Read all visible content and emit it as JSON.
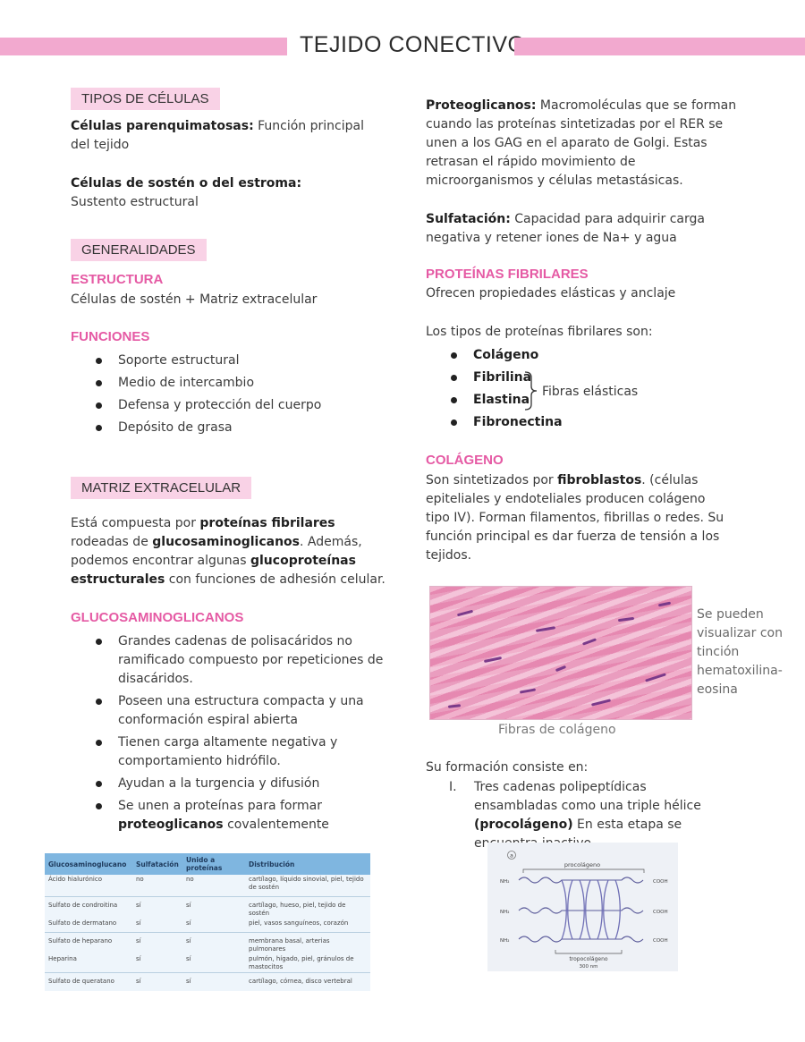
{
  "title": "TEJIDO CONECTIVO",
  "left": {
    "tipos": {
      "header": "TIPOS DE CÉLULAS",
      "items": [
        {
          "term": "Células parenquimatosas:",
          "desc": " Función principal del tejido"
        },
        {
          "term": "Células de sostén o del estroma:",
          "desc": " Sustento estructural"
        }
      ]
    },
    "generalidades": {
      "header": "GENERALIDADES",
      "estructura_title": "ESTRUCTURA",
      "estructura_text": "Células de sostén + Matriz extracelular",
      "funciones_title": "FUNCIONES",
      "funciones": [
        "Soporte estructural",
        "Medio de intercambio",
        "Defensa y protección del cuerpo",
        "Depósito de grasa"
      ]
    },
    "matriz": {
      "header": "MATRIZ EXTRACELULAR",
      "t1": "Está compuesta por ",
      "b1": "proteínas fibrilares",
      "t2": " rodeadas de ",
      "b2": "glucosaminoglicanos",
      "t3": ". Además, podemos encontrar algunas ",
      "b3": "glucoproteínas estructurales",
      "t4": " con funciones de adhesión celular."
    },
    "gag": {
      "title": "GLUCOSAMINOGLICANOS",
      "items": [
        "Grandes cadenas de polisacáridos no ramificado compuesto por repeticiones de disacáridos.",
        "Poseen una estructura compacta y una conformación espiral abierta",
        "Tienen carga altamente negativa y comportamiento hidrófilo.",
        "Ayudan a la turgencia y difusión"
      ],
      "last_pre": "Se unen a proteínas para formar ",
      "last_bold": "proteoglicanos",
      "last_post": " covalentemente"
    },
    "table": {
      "headers": [
        "Glucosaminoglucano",
        "Sulfatación",
        "Unido a proteínas",
        "Distribución"
      ],
      "rows": [
        [
          "Ácido hialurónico",
          "no",
          "no",
          "cartílago, líquido sinovial, piel, tejido de sostén"
        ],
        [
          "Sulfato de condroitina",
          "sí",
          "sí",
          "cartílago, hueso, piel, tejido de sostén"
        ],
        [
          "Sulfato de dermatano",
          "sí",
          "sí",
          "piel, vasos sanguíneos, corazón"
        ],
        [
          "Sulfato de heparano",
          "sí",
          "sí",
          "membrana basal, arterias pulmonares"
        ],
        [
          "Heparina",
          "sí",
          "sí",
          "pulmón, hígado, piel, gránulos de mastocitos"
        ],
        [
          "Sulfato de queratano",
          "sí",
          "sí",
          "cartílago, córnea, disco vertebral"
        ]
      ]
    }
  },
  "right": {
    "proteoglicanos_term": "Proteoglicanos:",
    "proteoglicanos_desc": " Macromoléculas que se forman cuando las proteínas sintetizadas por el RER se unen a los GAG en el aparato de Golgi. Estas retrasan el rápido movimiento de microorganismos y células metastásicas.",
    "sulfatacion_term": "Sulfatación:",
    "sulfatacion_desc": " Capacidad para adquirir carga negativa y retener iones de Na+ y agua",
    "fibrilares_title": "PROTEÍNAS FIBRILARES",
    "fibrilares_text": "Ofrecen propiedades elásticas y anclaje",
    "tipos_intro": "Los tipos de proteínas fibrilares son:",
    "fibrilares": [
      "Colágeno",
      "Fibrilina",
      "Elastina",
      "Fibronectina"
    ],
    "fibras_elasticas": "Fibras elásticas",
    "colageno_title": "COLÁGENO",
    "col_t1": "Son sintetizados por ",
    "col_b1": "fibroblastos",
    "col_t2": ". (células epiteliales y endoteliales producen colágeno tipo IV). Forman filamentos, fibrillas o redes. Su función principal es dar fuerza de tensión a los tejidos.",
    "side_note": "Se pueden visualizar con tinción hematoxilina-eosina",
    "caption": "Fibras de colágeno",
    "formacion_intro": "Su formación consiste en:",
    "step_num": "I.",
    "step_pre": "Tres cadenas polipeptídicas ensambladas como una triple hélice ",
    "step_bold": "(procolágeno)",
    "step_post": " En esta etapa se encuentra inactivo.",
    "diagram": {
      "panel": "a",
      "top_label": "procolágeno",
      "bottom_label": "tropocolágeno",
      "length": "300 nm",
      "left_labels": [
        "NH₂",
        "NH₂",
        "NH₂"
      ],
      "right_labels": [
        "COOH",
        "COOH",
        "COOH"
      ]
    }
  },
  "colors": {
    "accent": "#e55aa4",
    "bar": "#f2a9cf",
    "box": "#f9d2e6"
  }
}
